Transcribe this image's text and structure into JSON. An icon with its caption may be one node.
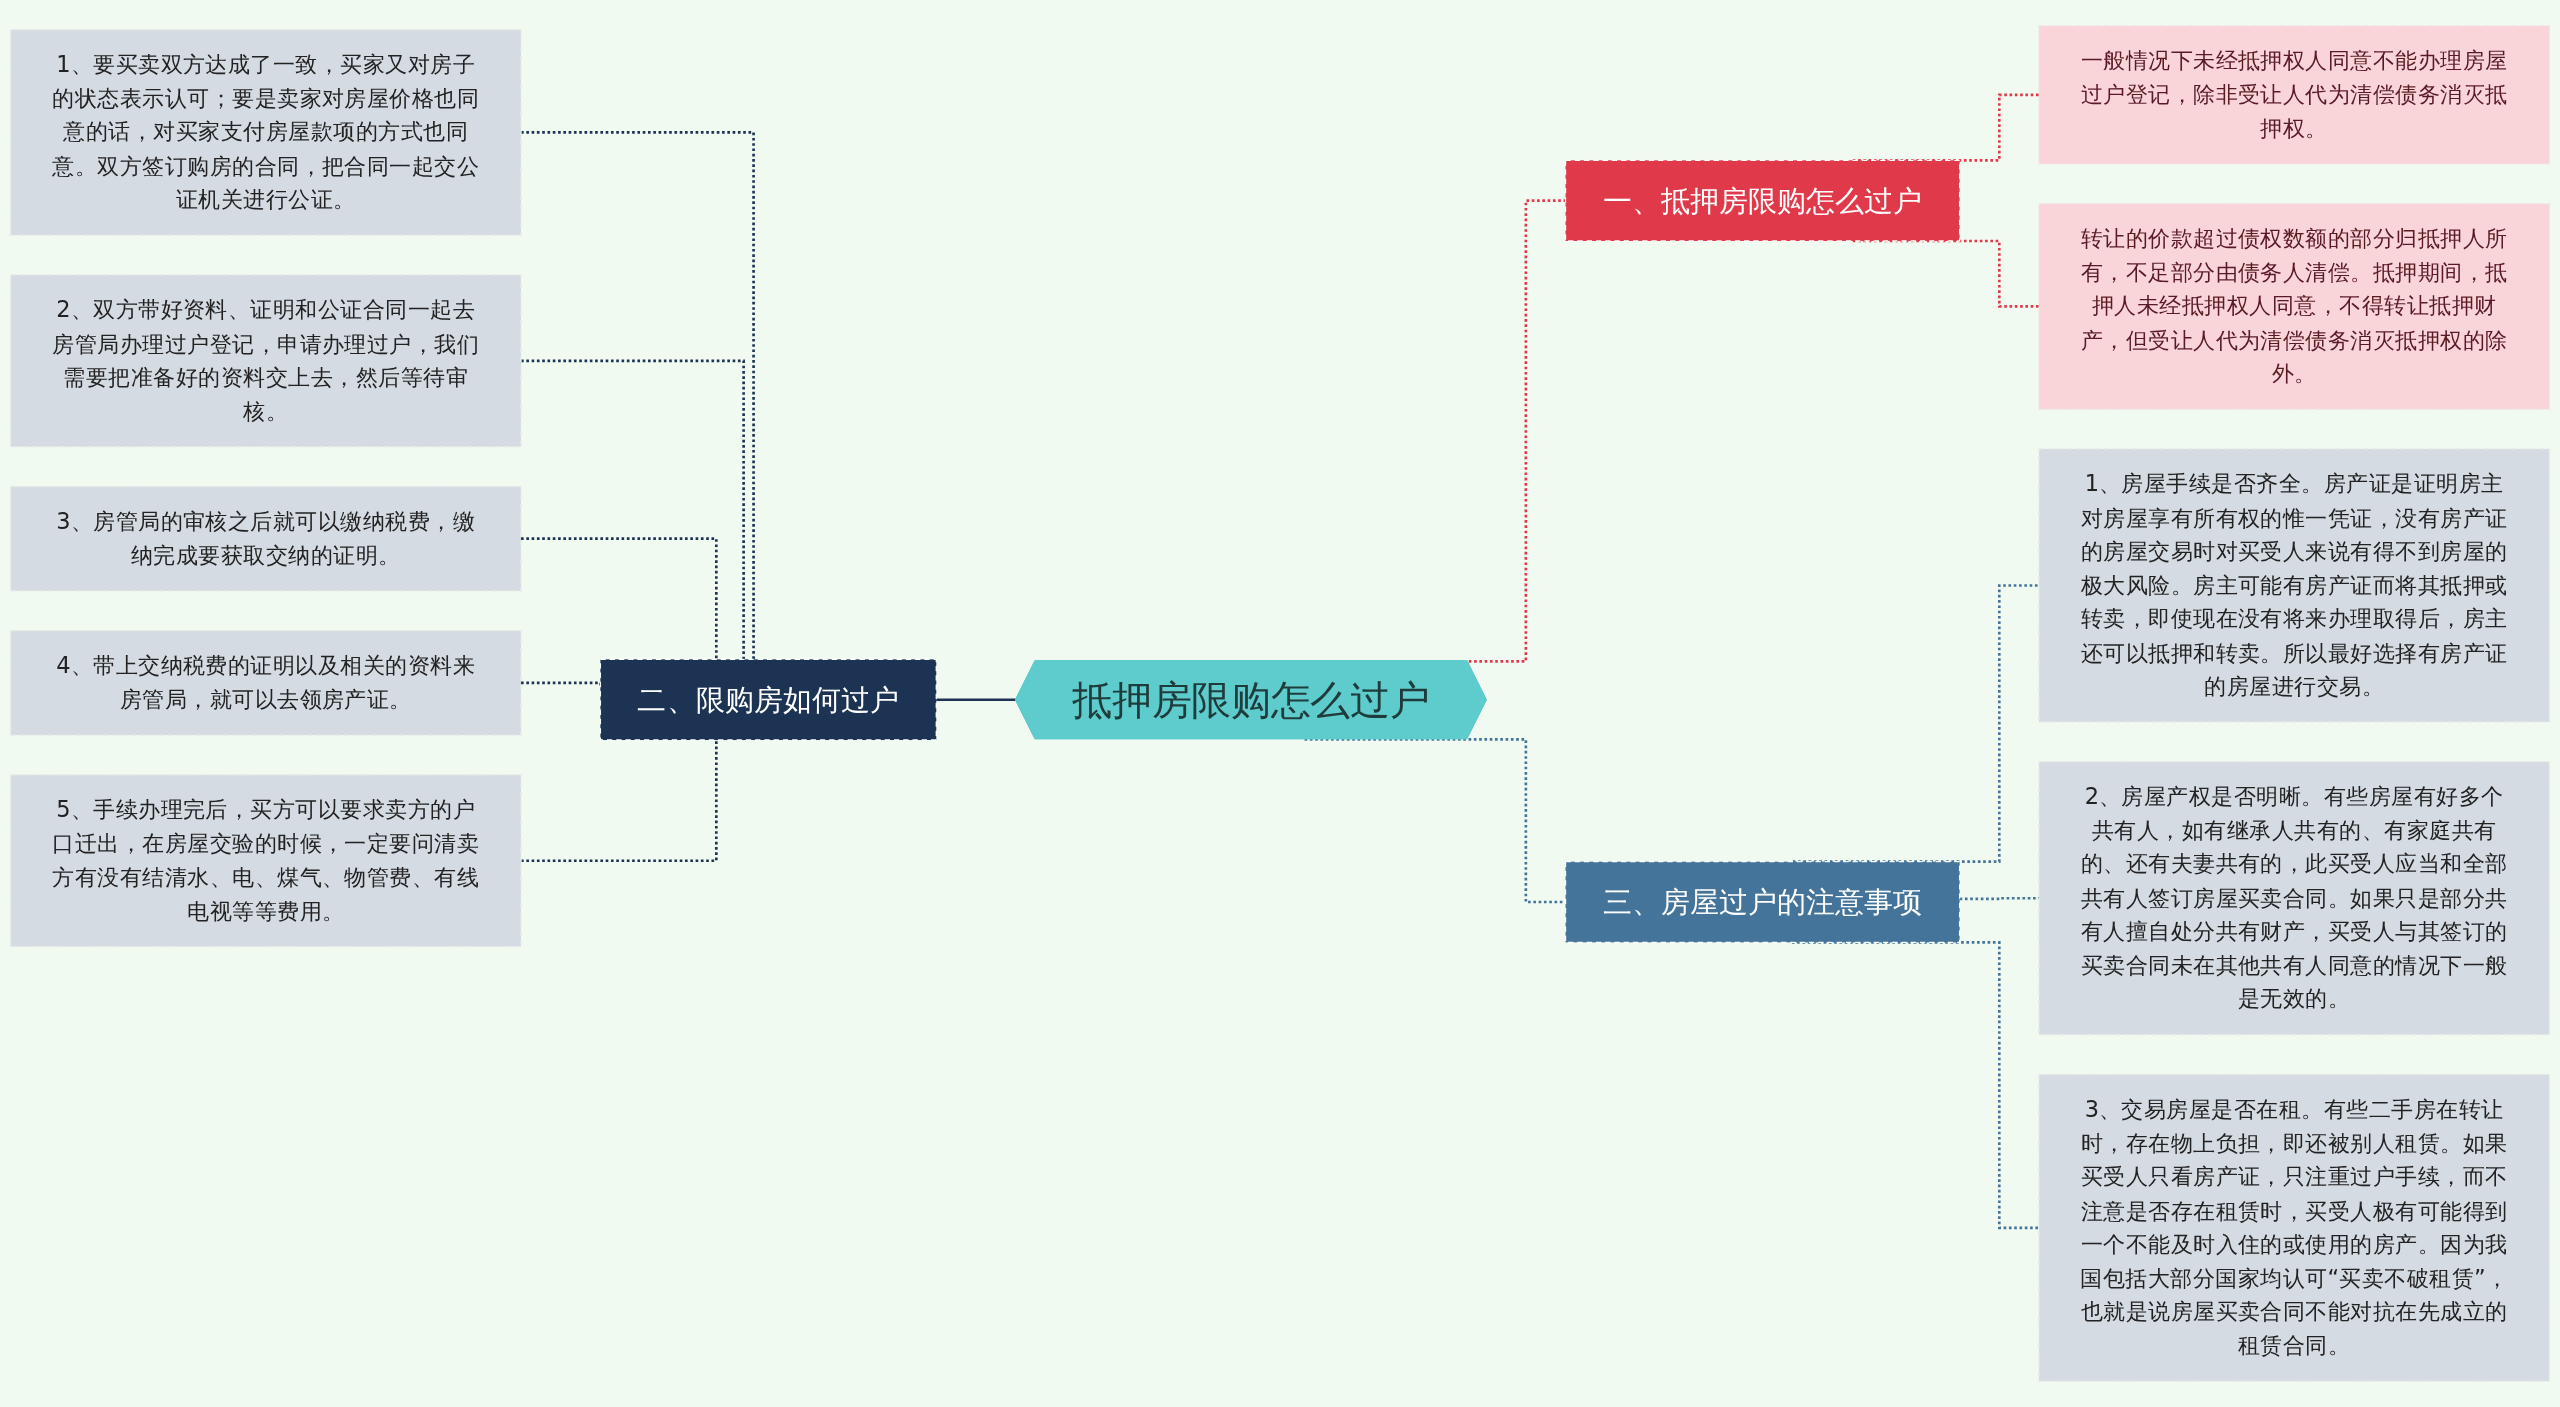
{
  "diagram": {
    "nodes": [
      {
        "text": [
          "抵押房限购怎么过户"
        ]
      },
      {
        "text": [
          "一、抵押房限购怎么过户"
        ]
      },
      {
        "text": [
          "一般情况下未经抵押权人同意不能办理房屋过户登记，除非受让人代为清偿债务消灭抵押权。"
        ]
      },
      {
        "text": [
          "转让的价款超过债权数额的部分归抵押人所有，不足部分由债务人清偿。抵押期间，抵押人未经抵押权人同意，不得转让抵押财产，但受让人代为清偿债务消灭抵押权的除外。"
        ]
      },
      {
        "text": [
          "二、限购房如何过户"
        ]
      },
      {
        "text": [
          "1、要买卖双方达成了一致，买家又对房子的状态表示认可；要是卖家对房屋价格也同意的话，对买家支付房屋款项的方式也同意。双方签订购房的合同，把合同一起交公证机关进行公证。"
        ]
      },
      {
        "text": [
          "2、双方带好资料、证明和公证合同一起去房管局办理过户登记，申请办理过户，我们需要把准备好的资料交上去，然后等待审核。"
        ]
      },
      {
        "text": [
          "3、房管局的审核之后就可以缴纳税费，缴纳完成要获取交纳的证明。"
        ]
      },
      {
        "text": [
          "4、带上交纳税费的证明以及相关的资料来房管局，就可以去领房产证。"
        ]
      },
      {
        "text": [
          "5、手续办理完后，买方可以要求卖方的户口迁出，在房屋交验的时候，一定要问清卖方有没有结清水、电、煤气、物管费、有线电视等等费用。"
        ]
      },
      {
        "text": [
          "三、房屋过户的注意事项"
        ]
      },
      {
        "text": [
          "1、房屋手续是否齐全。房产证是证明房主对房屋享有所有权的惟一凭证，没有房产证的房屋交易时对买受人来说有得不到房屋的极大风险。房主可能有房产证而将其抵押或转卖，即使现在没有将来办理取得后，房主还可以抵押和转卖。所以最好选择有房产证的房屋进行交易。"
        ]
      },
      {
        "text": [
          "2、房屋产权是否明晰。有些房屋有好多个共有人，如有继承人共有的、有家庭共有的、还有夫妻共有的，此买受人应当和全部共有人签订房屋买卖合同。如果只是部分共有人擅自处分共有财产，买受人与其签订的买卖合同未在其他共有人同意的情况下一般是无效的。"
        ]
      },
      {
        "text": [
          "3、交易房屋是否在租。有些二手房在转让时，存在物上负担，即还被别人租赁。如果买受人只看房产证，只注重过户手续，而不注意是否存在租赁时，买受人极有可能得到一个不能及时入住的或使用的房产。因为我国包括大部分国家均认可“买卖不破租赁”，也就是说房屋买卖合同不能对抗在先成立的租赁合同。"
        ]
      }
    ],
    "edges": [
      {
        "from": 0,
        "to": 1,
        "arrow": "none",
        "style": "dashed",
        "color": "#e0394a"
      },
      {
        "from": 1,
        "to": 2,
        "arrow": "none",
        "style": "dashed",
        "color": "#e0394a"
      },
      {
        "from": 1,
        "to": 3,
        "arrow": "none",
        "style": "dashed",
        "color": "#e0394a"
      },
      {
        "from": 0,
        "to": 4,
        "arrow": "none"
      },
      {
        "from": 4,
        "to": 5,
        "arrow": "none",
        "style": "dashed"
      },
      {
        "from": 4,
        "to": 6,
        "arrow": "none",
        "style": "dashed"
      },
      {
        "from": 4,
        "to": 7,
        "arrow": "none",
        "style": "dashed"
      },
      {
        "from": 4,
        "to": 8,
        "arrow": "none",
        "style": "dashed"
      },
      {
        "from": 4,
        "to": 9,
        "arrow": "none",
        "style": "dashed"
      },
      {
        "from": 0,
        "to": 10,
        "arrow": "none",
        "style": "dashed",
        "color": "#44749a"
      },
      {
        "from": 10,
        "to": 11,
        "arrow": "none",
        "style": "dashed",
        "color": "#44749a"
      },
      {
        "from": 10,
        "to": 12,
        "arrow": "none",
        "style": "dashed",
        "color": "#44749a"
      },
      {
        "from": 10,
        "to": 13,
        "arrow": "none",
        "style": "dashed",
        "color": "#44749a"
      }
    ]
  }
}
